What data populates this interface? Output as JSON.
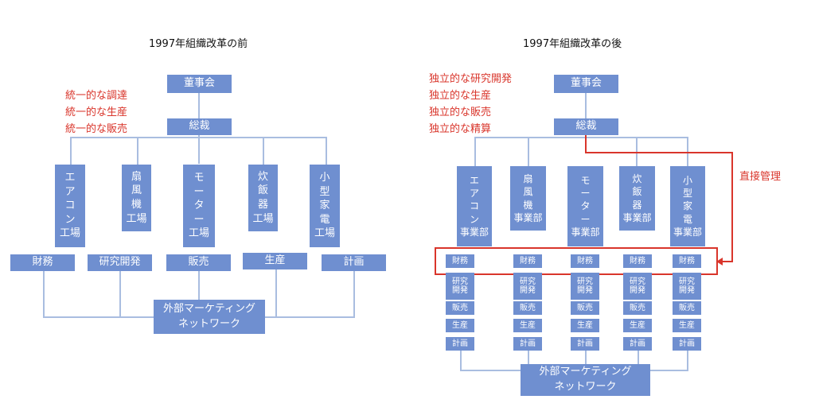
{
  "left": {
    "title": "1997年組織改革の前",
    "notes": [
      "統一的な調達",
      "統一的な生産",
      "統一的な販売"
    ],
    "board": "董事会",
    "president": "総裁",
    "factories": [
      [
        "エ",
        "ア",
        "コ",
        "ン",
        "工場"
      ],
      [
        "扇",
        "風",
        "機",
        "工場"
      ],
      [
        "モ",
        "ー",
        "タ",
        "ー",
        "工場"
      ],
      [
        "炊",
        "飯",
        "器",
        "工場"
      ],
      [
        "小",
        "型",
        "家",
        "電",
        "工場"
      ]
    ],
    "functions": [
      "財務",
      "研究開発",
      "販売",
      "生産",
      "計画"
    ],
    "network": [
      "外部マーケティング",
      "ネットワーク"
    ]
  },
  "right": {
    "title": "1997年組織改革の後",
    "notes": [
      "独立的な研究開発",
      "独立的な生産",
      "独立的な販売",
      "独立的な精算"
    ],
    "board": "董事会",
    "president": "総裁",
    "divisions": [
      [
        "エ",
        "ア",
        "コ",
        "ン",
        "事業部"
      ],
      [
        "扇",
        "風",
        "機",
        "事業部"
      ],
      [
        "モ",
        "ー",
        "タ",
        "ー",
        "事業部"
      ],
      [
        "炊",
        "飯",
        "器",
        "事業部"
      ],
      [
        "小",
        "型",
        "家",
        "電",
        "事業部"
      ]
    ],
    "sub_finance": "財務",
    "sub_rd": [
      "研究",
      "開発"
    ],
    "sub_sales": "販売",
    "sub_production": "生産",
    "sub_planning": "計画",
    "direct_label": "直接管理",
    "network": [
      "外部マーケティング",
      "ネットワーク"
    ]
  },
  "colors": {
    "box": "#6f8fd0",
    "line": "#a9bde0",
    "accent": "#d9352b"
  }
}
